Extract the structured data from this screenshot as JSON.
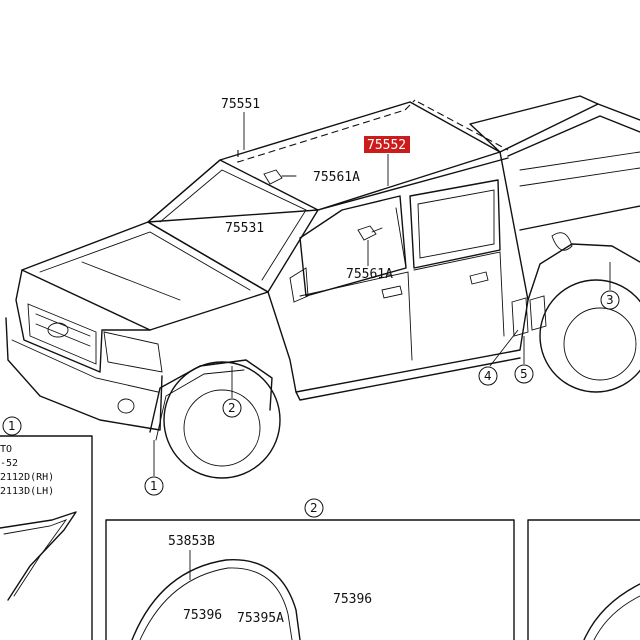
{
  "callouts": {
    "part_75551": "75551",
    "part_75552": "75552",
    "part_75561a_top": "75561A",
    "part_75531": "75531",
    "part_75561a_mid": "75561A",
    "circle_1": "1",
    "circle_2": "2",
    "circle_3": "3",
    "circle_4": "4",
    "circle_5": "5"
  },
  "inset_left": {
    "header_number": "1",
    "line1": "TO",
    "line2": "-52",
    "line3": "2112D(RH)",
    "line4": "2113D(LH)"
  },
  "inset_center": {
    "header_number": "2",
    "part_53853b": "53853B",
    "part_75396_left": "75396",
    "part_75395a": "75395A",
    "part_75396_right": "75396"
  },
  "colors": {
    "line": "#111111",
    "highlight": "#cc1b1b",
    "background": "#ffffff"
  }
}
